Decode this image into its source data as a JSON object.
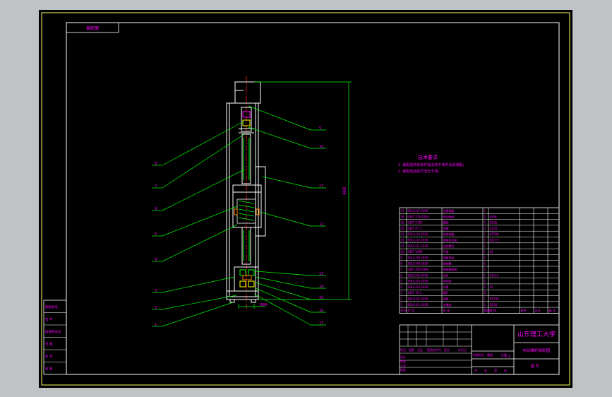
{
  "colors": {
    "background": "#bfc3c6",
    "sheet": "#000000",
    "frame": "#ffffff",
    "border": "#ffff66",
    "part": "#ffffff",
    "leader": "#00ff00",
    "text": "#ff00ff",
    "centerline": "#ff2020",
    "spring": "#00ff00",
    "hatch": "#ffff00",
    "accent": "#ff8800"
  },
  "sheet": {
    "corner_label": "装配图"
  },
  "notes": {
    "title": "技术要求",
    "lines": [
      "1. 装配前所有零件需清洗干净并涂润滑脂；",
      "2. 装配后运动灵活无卡滞。"
    ]
  },
  "dimension": {
    "height_value": "460",
    "bottom_value": "Φ84"
  },
  "callouts": {
    "left": [
      "8",
      "7",
      "6",
      "5",
      "4",
      "3",
      "2",
      "1"
    ],
    "right": [
      "9",
      "10",
      "17",
      "12",
      "13",
      "14",
      "15",
      "16",
      "17"
    ]
  },
  "left_strip": [
    "底图总号",
    "签 字",
    "旧底图总号",
    "日 期",
    "签 字",
    "日 期"
  ],
  "bom": {
    "rows": [
      {
        "no": "17",
        "code": "SDLG-17-2019",
        "name": "连接端盖",
        "qty": "1",
        "material": ""
      },
      {
        "no": "16",
        "code": "GB/T 276-1994",
        "name": "滚动轴承",
        "qty": "1",
        "material": "6206"
      },
      {
        "no": "15",
        "code": "GB/T 5783",
        "name": "螺栓",
        "qty": "4",
        "material": "Q235"
      },
      {
        "no": "14",
        "code": "GB/T 97.1",
        "name": "垫圈",
        "qty": "4",
        "material": "Q235"
      },
      {
        "no": "13",
        "code": "SDLG-13-2019",
        "name": "轴承端盖",
        "qty": "1",
        "material": "HT200"
      },
      {
        "no": "12",
        "code": "SDLG-12-2019",
        "name": "滚珠丝杠副",
        "qty": "1",
        "material": "GCr15"
      },
      {
        "no": "11",
        "code": "SDLG-11-2019",
        "name": "丝杠螺母",
        "qty": "1",
        "material": ""
      },
      {
        "no": "10",
        "code": "GB/T 1096",
        "name": "平键",
        "qty": "1",
        "material": "45"
      },
      {
        "no": "9",
        "code": "SDLG-09-2019",
        "name": "伺服电机",
        "qty": "1",
        "material": ""
      },
      {
        "no": "8",
        "code": "SDLG-08-2019",
        "name": "联轴器",
        "qty": "1",
        "material": ""
      },
      {
        "no": "7",
        "code": "GB/T 292-1994",
        "name": "角接触轴承",
        "qty": "2",
        "material": ""
      },
      {
        "no": "6",
        "code": "SDLG-06-2019",
        "name": "丝杠",
        "qty": "1",
        "material": "GCr15"
      },
      {
        "no": "5",
        "code": "SDLG-05-2019",
        "name": "导向套",
        "qty": "1",
        "material": ""
      },
      {
        "no": "4",
        "code": "SDLG-04-2019",
        "name": "外筒",
        "qty": "1",
        "material": "45"
      },
      {
        "no": "3",
        "code": "GB/T 70.1",
        "name": "螺钉",
        "qty": "8",
        "material": ""
      },
      {
        "no": "2",
        "code": "SDLG-02-2019",
        "name": "底座",
        "qty": "1",
        "material": "HT200"
      },
      {
        "no": "1",
        "code": "SDLG-01-2019",
        "name": "支撑座",
        "qty": "1",
        "material": "Q235"
      }
    ],
    "header": [
      "序号",
      "代 号",
      "名 称",
      "数量",
      "材 料",
      "单件",
      "总计",
      "备 注"
    ]
  },
  "title_block": {
    "school": "山东理工大学",
    "drawing_title": "电动推杆装配图",
    "sheet_label": "图 号",
    "labels": [
      "标记",
      "处数",
      "分区",
      "更改文件号",
      "签名",
      "年月日"
    ],
    "scale_labels": [
      "阶段标记",
      "重量",
      "比例"
    ],
    "scale_value": "1:2",
    "row_labels": [
      "设计",
      "审核",
      "工艺",
      "批准"
    ],
    "footer": [
      "共",
      "张",
      "第",
      "张"
    ]
  }
}
